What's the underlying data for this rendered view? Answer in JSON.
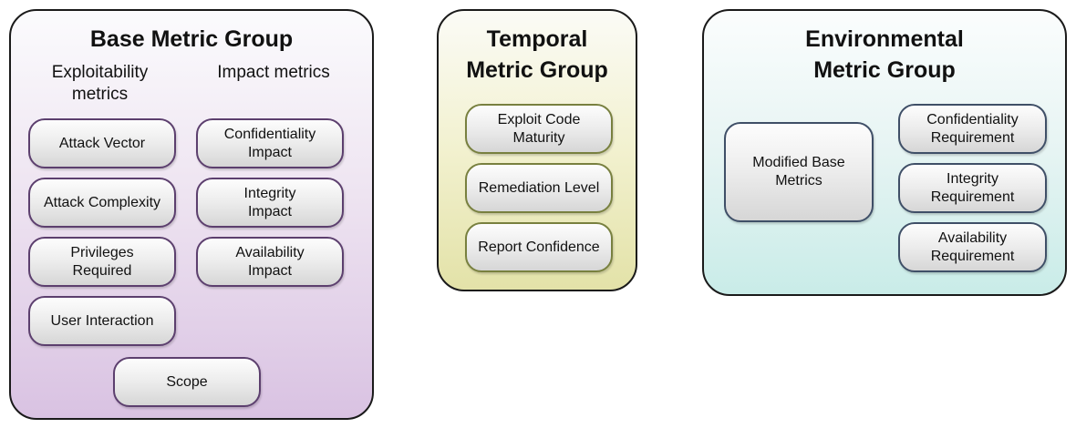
{
  "groups": {
    "base": {
      "title": "Base Metric Group",
      "exploitability_heading": "Exploitability\nmetrics",
      "impact_heading": "Impact metrics",
      "exploitability_metrics": [
        "Attack Vector",
        "Attack Complexity",
        "Privileges\nRequired",
        "User Interaction"
      ],
      "impact_metrics": [
        "Confidentiality\nImpact",
        "Integrity\nImpact",
        "Availability\nImpact"
      ],
      "scope": "Scope"
    },
    "temporal": {
      "title": "Temporal\nMetric Group",
      "metrics": [
        "Exploit Code\nMaturity",
        "Remediation Level",
        "Report Confidence"
      ]
    },
    "environmental": {
      "title": "Environmental\nMetric Group",
      "modified_base": "Modified Base\nMetrics",
      "requirements": [
        "Confidentiality\nRequirement",
        "Integrity\nRequirement",
        "Availability\nRequirement"
      ]
    }
  },
  "colors": {
    "base_fill": "#d9c2e2",
    "base_border": "#5c3f6e",
    "temporal_fill": "#e3e2a8",
    "temporal_border": "#78803f",
    "environmental_fill": "#c9ece8",
    "environmental_border": "#3f4f67"
  }
}
